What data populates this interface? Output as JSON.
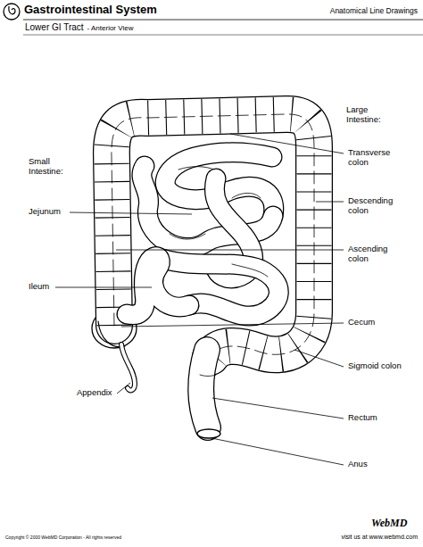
{
  "diagram": {
    "title": "Gastrointestinal System",
    "labels": [
      "Lower GI Tract",
      "- Anterior View",
      "Anatomical Line Drawings",
      "Large Intestine:",
      "Transverse colon",
      "Descending colon",
      "Ascending colon",
      "Cecum",
      "Sigmoid colon",
      "Rectum",
      "Anus",
      "Small Intestine:",
      "Jejunum",
      "Ileum",
      "Appendix",
      "Copyright © 2000 WebMD Corporation - All rights reserved",
      "visit us at www.webmd.com",
      "WebMD"
    ]
  }
}
